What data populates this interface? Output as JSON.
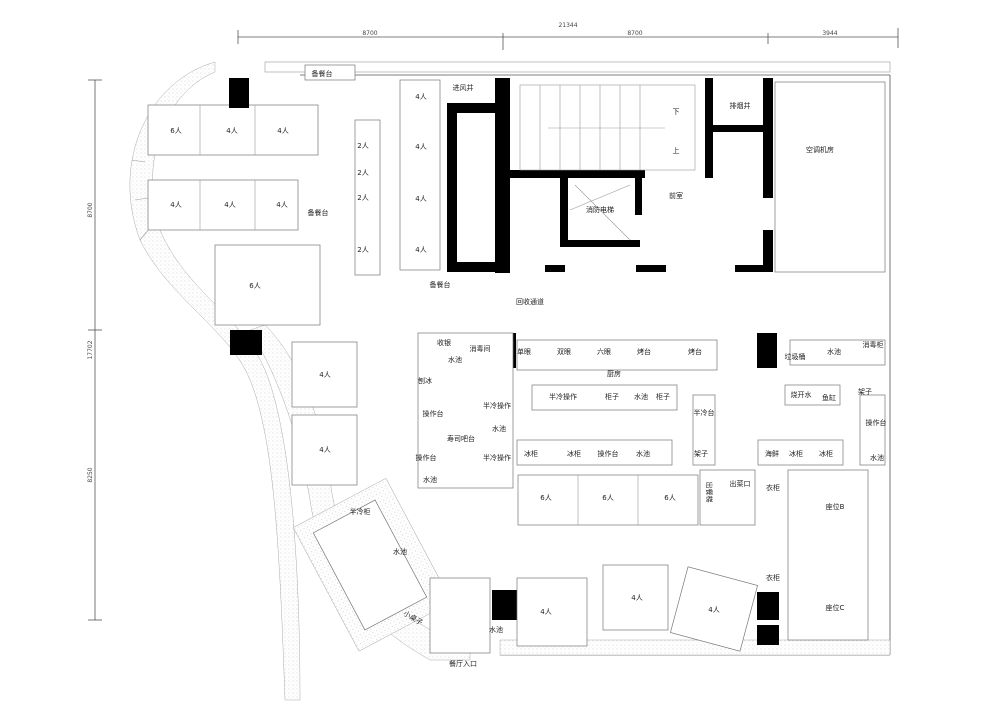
{
  "dimensions": {
    "top_total": "21344",
    "top_segments": [
      "8700",
      "8700",
      "3944"
    ],
    "left_segments": [
      "8700",
      "17702",
      "8250"
    ]
  },
  "labels": {
    "serving_top": "备餐台",
    "serving_left": "备餐台",
    "serving_mid": "备餐台",
    "recycle_passage": "回收通道",
    "p4": "4人",
    "p6": "6人",
    "p2": "2人",
    "cashier": "收银",
    "disinfect_room": "消毒间",
    "sink": "水池",
    "single_burner": "单眼",
    "double_burner": "双眼",
    "six_burner": "六眼",
    "grill": "烤台",
    "trash": "垃圾桶",
    "disinfect_cabinet": "消毒柜",
    "kitchen": "厨房",
    "shaved_ice": "刨冰",
    "workbench": "操作台",
    "sushi_bar": "寿司吧台",
    "semi_cold_op": "半冷操作",
    "cabinet": "柜子",
    "semi_cold_table": "半冷台",
    "boil_water": "烧开水",
    "fish_tank": "鱼缸",
    "shelf": "架子",
    "freezer": "冰柜",
    "seafood": "海鲜",
    "dish_out": "出菜口",
    "dish_lift": "出餐梯",
    "wardrobe": "衣柜",
    "seat_b": "座位B",
    "seat_c": "座位C",
    "semi_cold_cabinet": "半冷柜",
    "small_table": "小桌子",
    "entrance": "餐厅入口",
    "fresh_air_shaft": "进风井",
    "front_room": "前室",
    "fire_elevator": "消防电梯",
    "smoke_shaft": "排烟井",
    "ac_room": "空调机房",
    "down": "下",
    "up": "上"
  }
}
